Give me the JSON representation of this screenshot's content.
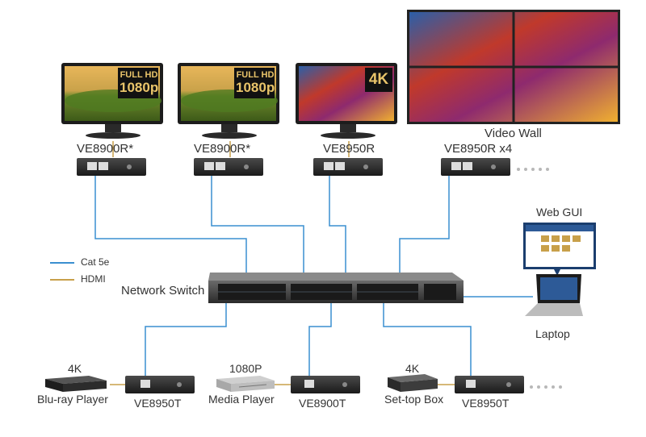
{
  "displays": [
    {
      "label": "VE8900R*",
      "badge_top": "FULL HD",
      "badge_bottom": "1080p"
    },
    {
      "label": "VE8900R*",
      "badge_top": "FULL HD",
      "badge_bottom": "1080p"
    },
    {
      "label": "VE8950R",
      "badge_top": "4K",
      "badge_bottom": ""
    },
    {
      "label": "VE8950R x4",
      "title": "Video Wall"
    }
  ],
  "legend": [
    {
      "label": "Cat 5e",
      "color": "#3a8fd0"
    },
    {
      "label": "HDMI",
      "color": "#c8a04a"
    }
  ],
  "network_switch": "Network Switch",
  "web_gui": "Web GUI",
  "laptop": "Laptop",
  "sources": [
    {
      "resolution": "4K",
      "device": "Blu-ray Player",
      "transmitter": "VE8950T"
    },
    {
      "resolution": "1080P",
      "device": "Media Player",
      "transmitter": "VE8900T"
    },
    {
      "resolution": "4K",
      "device": "Set-top Box",
      "transmitter": "VE8950T"
    }
  ],
  "colors": {
    "cat5e": "#3a8fd0",
    "hdmi": "#c8a04a",
    "device": "#2b2b2b"
  }
}
